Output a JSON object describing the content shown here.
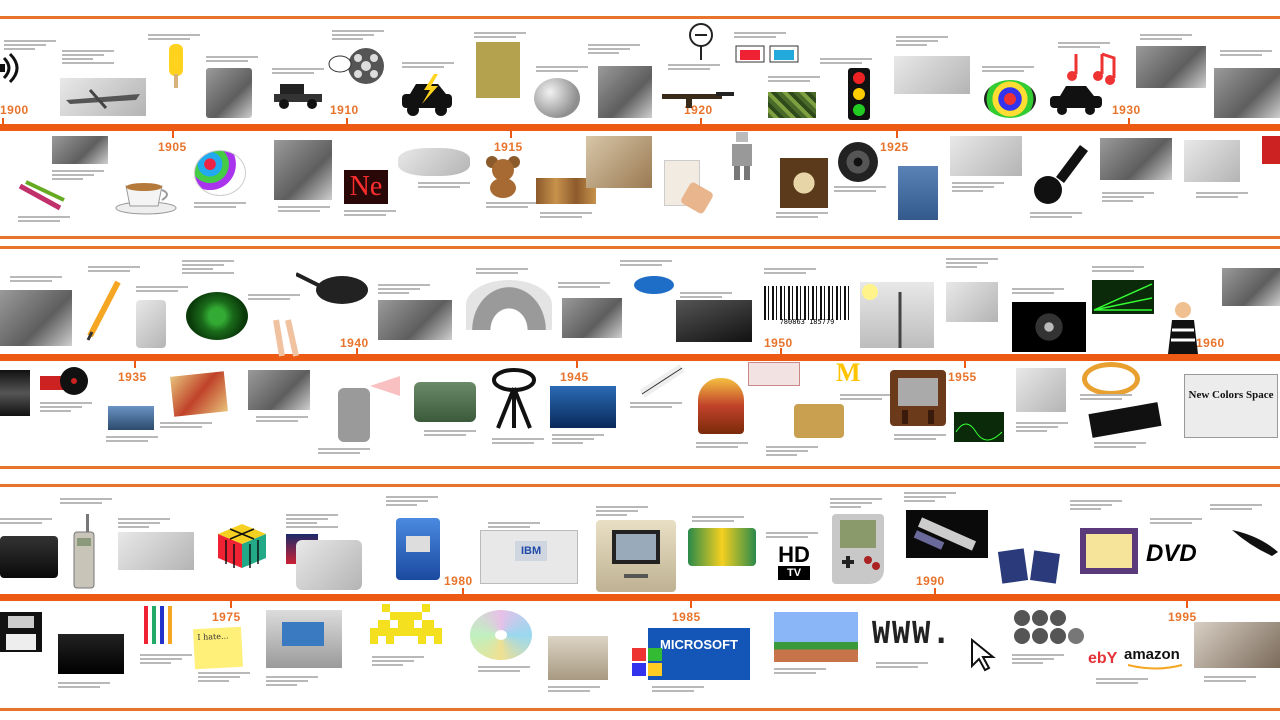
{
  "rows": [
    {
      "upper_years": [
        "1900",
        "1910",
        "1920",
        "1930"
      ],
      "lower_years": [
        "1905",
        "1915",
        "1925"
      ]
    },
    {
      "upper_years": [
        "1940",
        "1950",
        "1960"
      ],
      "lower_years": [
        "1935",
        "1945",
        "1955"
      ]
    },
    {
      "upper_years": [
        "1980",
        "1990"
      ],
      "lower_years": [
        "1975",
        "1985",
        "1995"
      ]
    }
  ],
  "image_text": {
    "neon": "Ne",
    "hdtv_big": "HD",
    "hdtv_small": "TV",
    "dvd": "DVD",
    "microsoft": "MICROSOFT",
    "www": "WWW.",
    "ebay": "ebY",
    "amazon": "amazon",
    "ibm": "IBM",
    "note": "I hate...",
    "mcdonalds": "M",
    "newspaper": "New Colors Space",
    "barcode_digits": "780863 185779"
  },
  "colors": {
    "timeline_orange": "#ec5a14",
    "year_label_orange": "#e8742c"
  }
}
